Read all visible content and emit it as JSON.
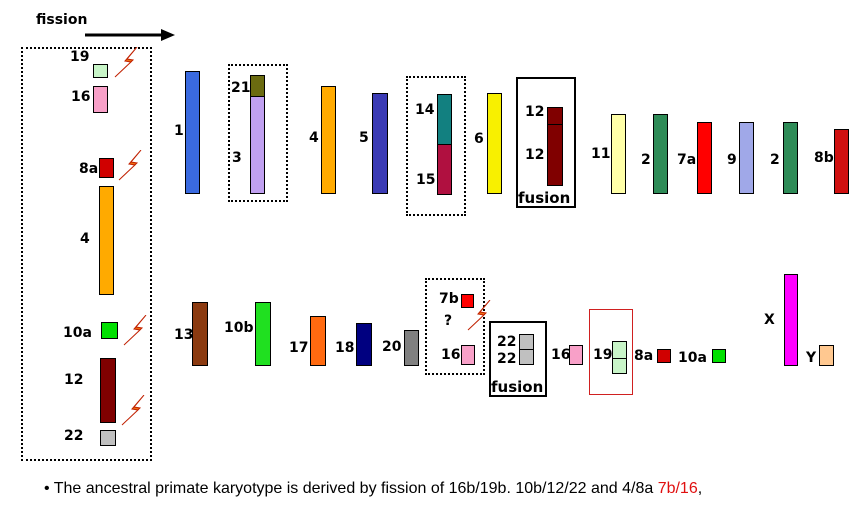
{
  "header": {
    "fission_label": "fission"
  },
  "left_group": {
    "labels": [
      "19",
      "16",
      "8a",
      "4",
      "10a",
      "12",
      "22"
    ]
  },
  "row1": {
    "labels": [
      "1",
      "21",
      "3",
      "4",
      "5",
      "14",
      "15",
      "6",
      "12",
      "12",
      "fusion",
      "11",
      "2",
      "7a",
      "9",
      "2",
      "8b"
    ]
  },
  "row2": {
    "labels": [
      "13",
      "10b",
      "17",
      "18",
      "20",
      "7b",
      "?",
      "16",
      "22",
      "22",
      "fusion",
      "16",
      "19",
      "8a",
      "10a",
      "X",
      "Y"
    ]
  },
  "colors": {
    "c1": "#3a6ae0",
    "c21": "#6b6b10",
    "c3": "#c0a0f0",
    "c4": "#ffaa00",
    "c5": "#3b3bb5",
    "c14": "#128080",
    "c15": "#b01040",
    "c6": "#f8f000",
    "c12": "#800000",
    "c11": "#ffffa8",
    "c2": "#2e8b57",
    "c7a": "#ff0000",
    "c9": "#a0a8e8",
    "c8b": "#d01010",
    "c13": "#8b3a10",
    "c10b": "#20e020",
    "c17": "#ff6a10",
    "c18": "#000080",
    "c20": "#808080",
    "c7b": "#ff0000",
    "c16": "#f8a0c8",
    "c22": "#c0c0c0",
    "c19": "#c8f5c8",
    "c8a": "#d00000",
    "c10a": "#00e000",
    "cX": "#ff00ff",
    "cY": "#ffc890",
    "bolt": "#f07010"
  },
  "caption": {
    "prefix": "• The ancestral primate karyotype is derived by fission of 16b/19b. 10b/12/22 and 4/8a ",
    "highlight": "7b/16",
    "suffix": ","
  }
}
